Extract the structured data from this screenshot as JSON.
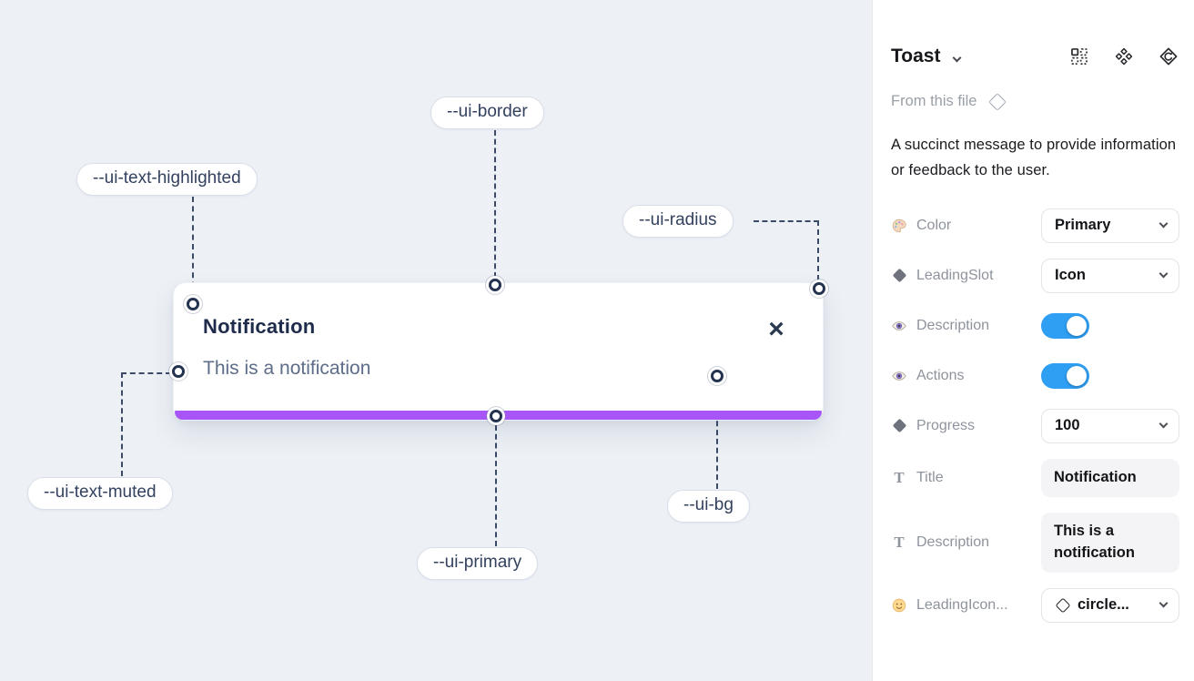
{
  "canvas": {
    "toast": {
      "title": "Notification",
      "description": "This is a notification",
      "close_icon": "×"
    },
    "annotations": [
      {
        "id": "ui-border",
        "text": "--ui-border"
      },
      {
        "id": "ui-text-highlighted",
        "text": "--ui-text-highlighted"
      },
      {
        "id": "ui-radius",
        "text": "--ui-radius"
      },
      {
        "id": "ui-text-muted",
        "text": "--ui-text-muted"
      },
      {
        "id": "ui-primary",
        "text": "--ui-primary"
      },
      {
        "id": "ui-bg",
        "text": "--ui-bg"
      }
    ],
    "colors": {
      "background": "#edf1f6",
      "primary_bar": "#a855f7",
      "annotation_line": "#3a4a68",
      "toast_title": "#1e2b4a",
      "toast_description": "#5d6d8a"
    }
  },
  "panel": {
    "title": "Toast",
    "header_icons": [
      "instance-grid-icon",
      "variants-icon",
      "go-to-main-component-icon"
    ],
    "source_label": "From this file",
    "description": "A succinct message to provide information or feedback to the user.",
    "properties": [
      {
        "icon": "palette-icon",
        "label": "Color",
        "type": "select",
        "value": "Primary"
      },
      {
        "icon": "diamond-icon",
        "label": "LeadingSlot",
        "type": "select",
        "value": "Icon"
      },
      {
        "icon": "eye-icon",
        "label": "Description",
        "type": "toggle",
        "value": "on"
      },
      {
        "icon": "eye-icon",
        "label": "Actions",
        "type": "toggle",
        "value": "on"
      },
      {
        "icon": "diamond-icon",
        "label": "Progress",
        "type": "select",
        "value": "100"
      },
      {
        "icon": "text-icon",
        "label": "Title",
        "type": "text-field",
        "value": "Notification"
      },
      {
        "icon": "text-icon",
        "label": "Description",
        "type": "text-field",
        "value": "This is a notification"
      },
      {
        "icon": "smiley-icon",
        "label": "LeadingIcon...",
        "type": "select",
        "value": "circle...",
        "value_icon": "diamond-outline-icon"
      }
    ],
    "colors": {
      "toggle_on": "#2f9ff4"
    }
  }
}
